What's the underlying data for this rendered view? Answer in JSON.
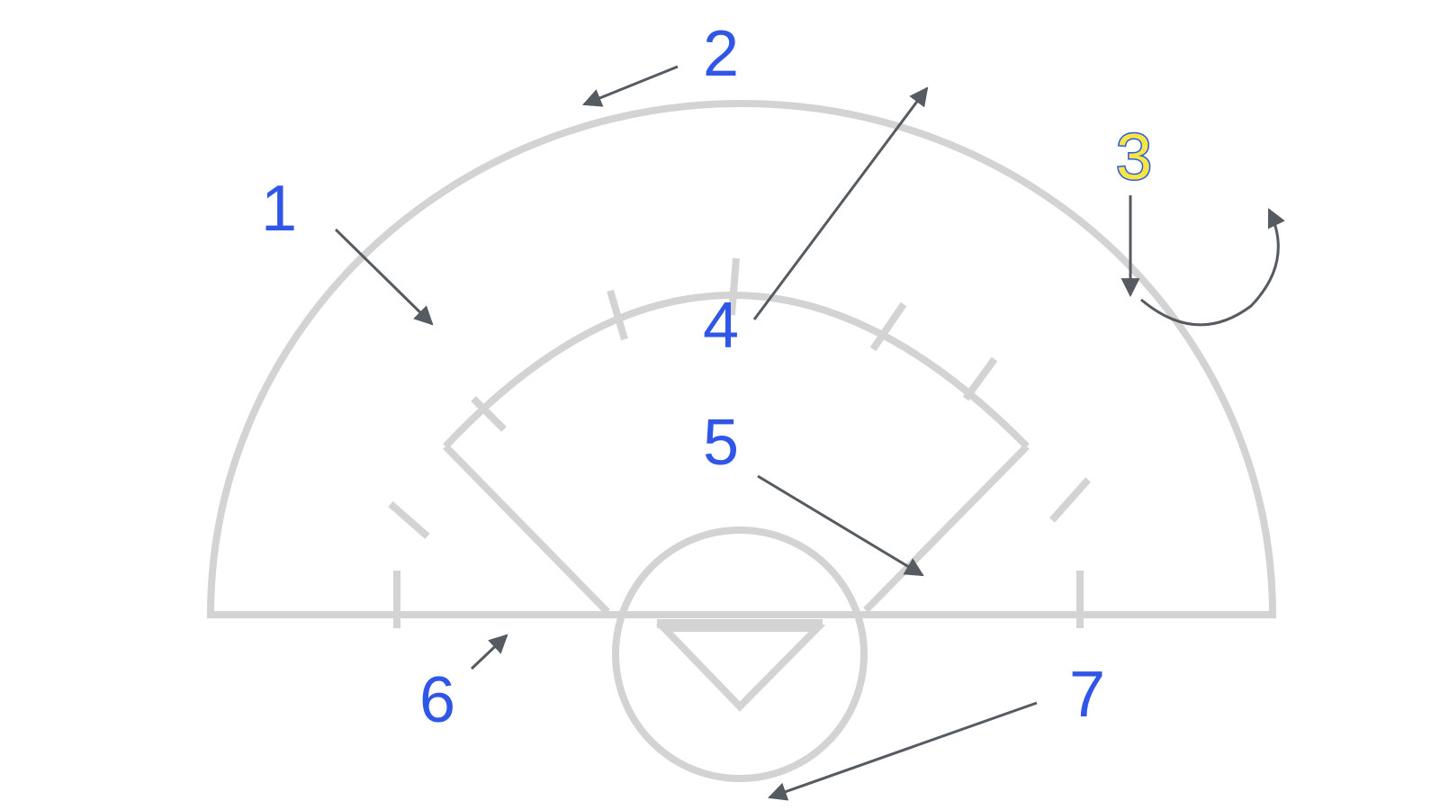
{
  "diagram": {
    "labels": [
      "1",
      "2",
      "3",
      "4",
      "5",
      "6",
      "7"
    ],
    "colors": {
      "field_line": "#d3d3d3",
      "arrow": "#555b61",
      "label": "#2f56e6",
      "label_3_fill": "#f5e642"
    }
  }
}
